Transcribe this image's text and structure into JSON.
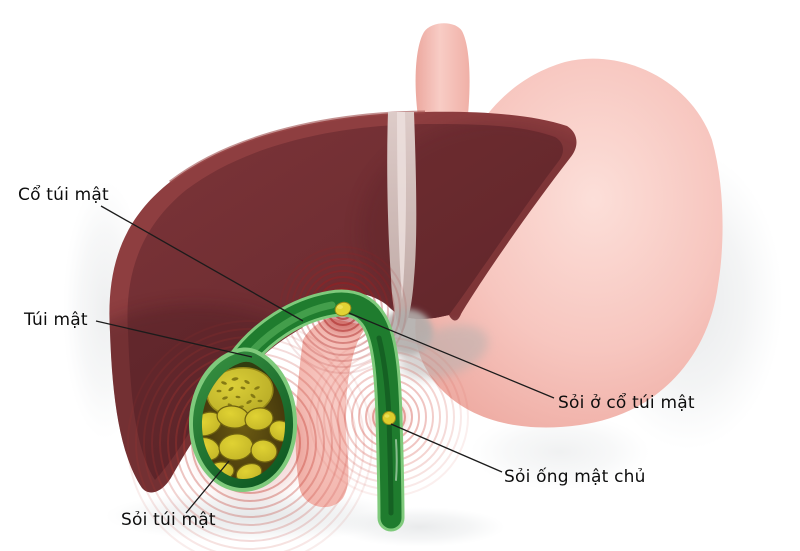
{
  "diagram": {
    "labels": [
      {
        "id": "co-tui-mat",
        "text": "Cổ túi mật"
      },
      {
        "id": "tui-mat",
        "text": "Túi mật"
      },
      {
        "id": "soi-tui-mat",
        "text": "Sỏi túi mật"
      },
      {
        "id": "soi-o-co-tui-mat",
        "text": "Sỏi ở cổ túi mật"
      },
      {
        "id": "soi-ong-mat-chu",
        "text": "Sỏi ống mật chủ"
      }
    ],
    "colors": {
      "background": "#ffffff",
      "liver_rim": "#8e3e40",
      "liver": "#722f34",
      "liver_dark": "#4c1e22",
      "falciform_ligament": "#d0bbb8",
      "stomach": "#f3b4ac",
      "stomach_light": "#fcdfd9",
      "esophagus": "#f2b5ab",
      "duodenum": "#f2afa7",
      "bile_duct_green": "#1f7c2e",
      "bile_duct_light_green": "#7fca7c",
      "gallstone_yellow": "#d8cc34",
      "gallstone_dark": "#857a14",
      "pain_ring_red": "#c23a30",
      "label_text": "#0e0e0e",
      "leader_line": "#1b1b1b"
    }
  }
}
